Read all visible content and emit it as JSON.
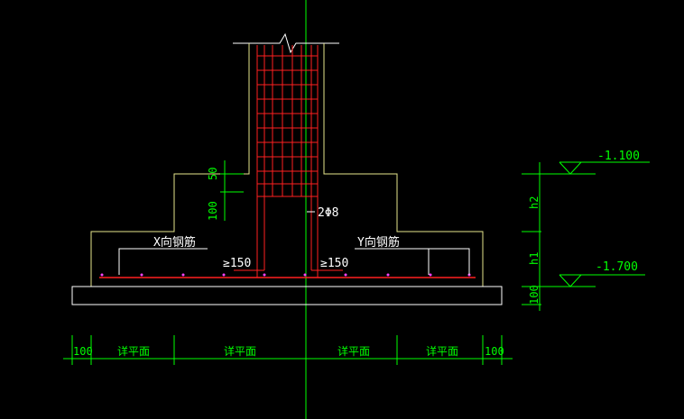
{
  "colors": {
    "background": "#000000",
    "outline": "#ffffff",
    "footing": "#e6e68c",
    "rebar": "#ff2020",
    "axis": "#00ff00",
    "text": "#ffffff",
    "rebar_dot": "#ff44ff"
  },
  "labels": {
    "stirrup": "2Φ8",
    "x_rebar": "X向钢筋",
    "y_rebar": "Y向钢筋",
    "anchor_left": "≥150",
    "anchor_right": "≥150",
    "dim_50": "50",
    "dim_100": "100",
    "dim_h2": "h2",
    "dim_h1": "h1",
    "dim_100_side": "100",
    "elev_top": "-1.100",
    "elev_bottom": "-1.700"
  },
  "bottom_dims": [
    "100",
    "详平面",
    "详平面",
    "详平面",
    "详平面",
    "100"
  ]
}
